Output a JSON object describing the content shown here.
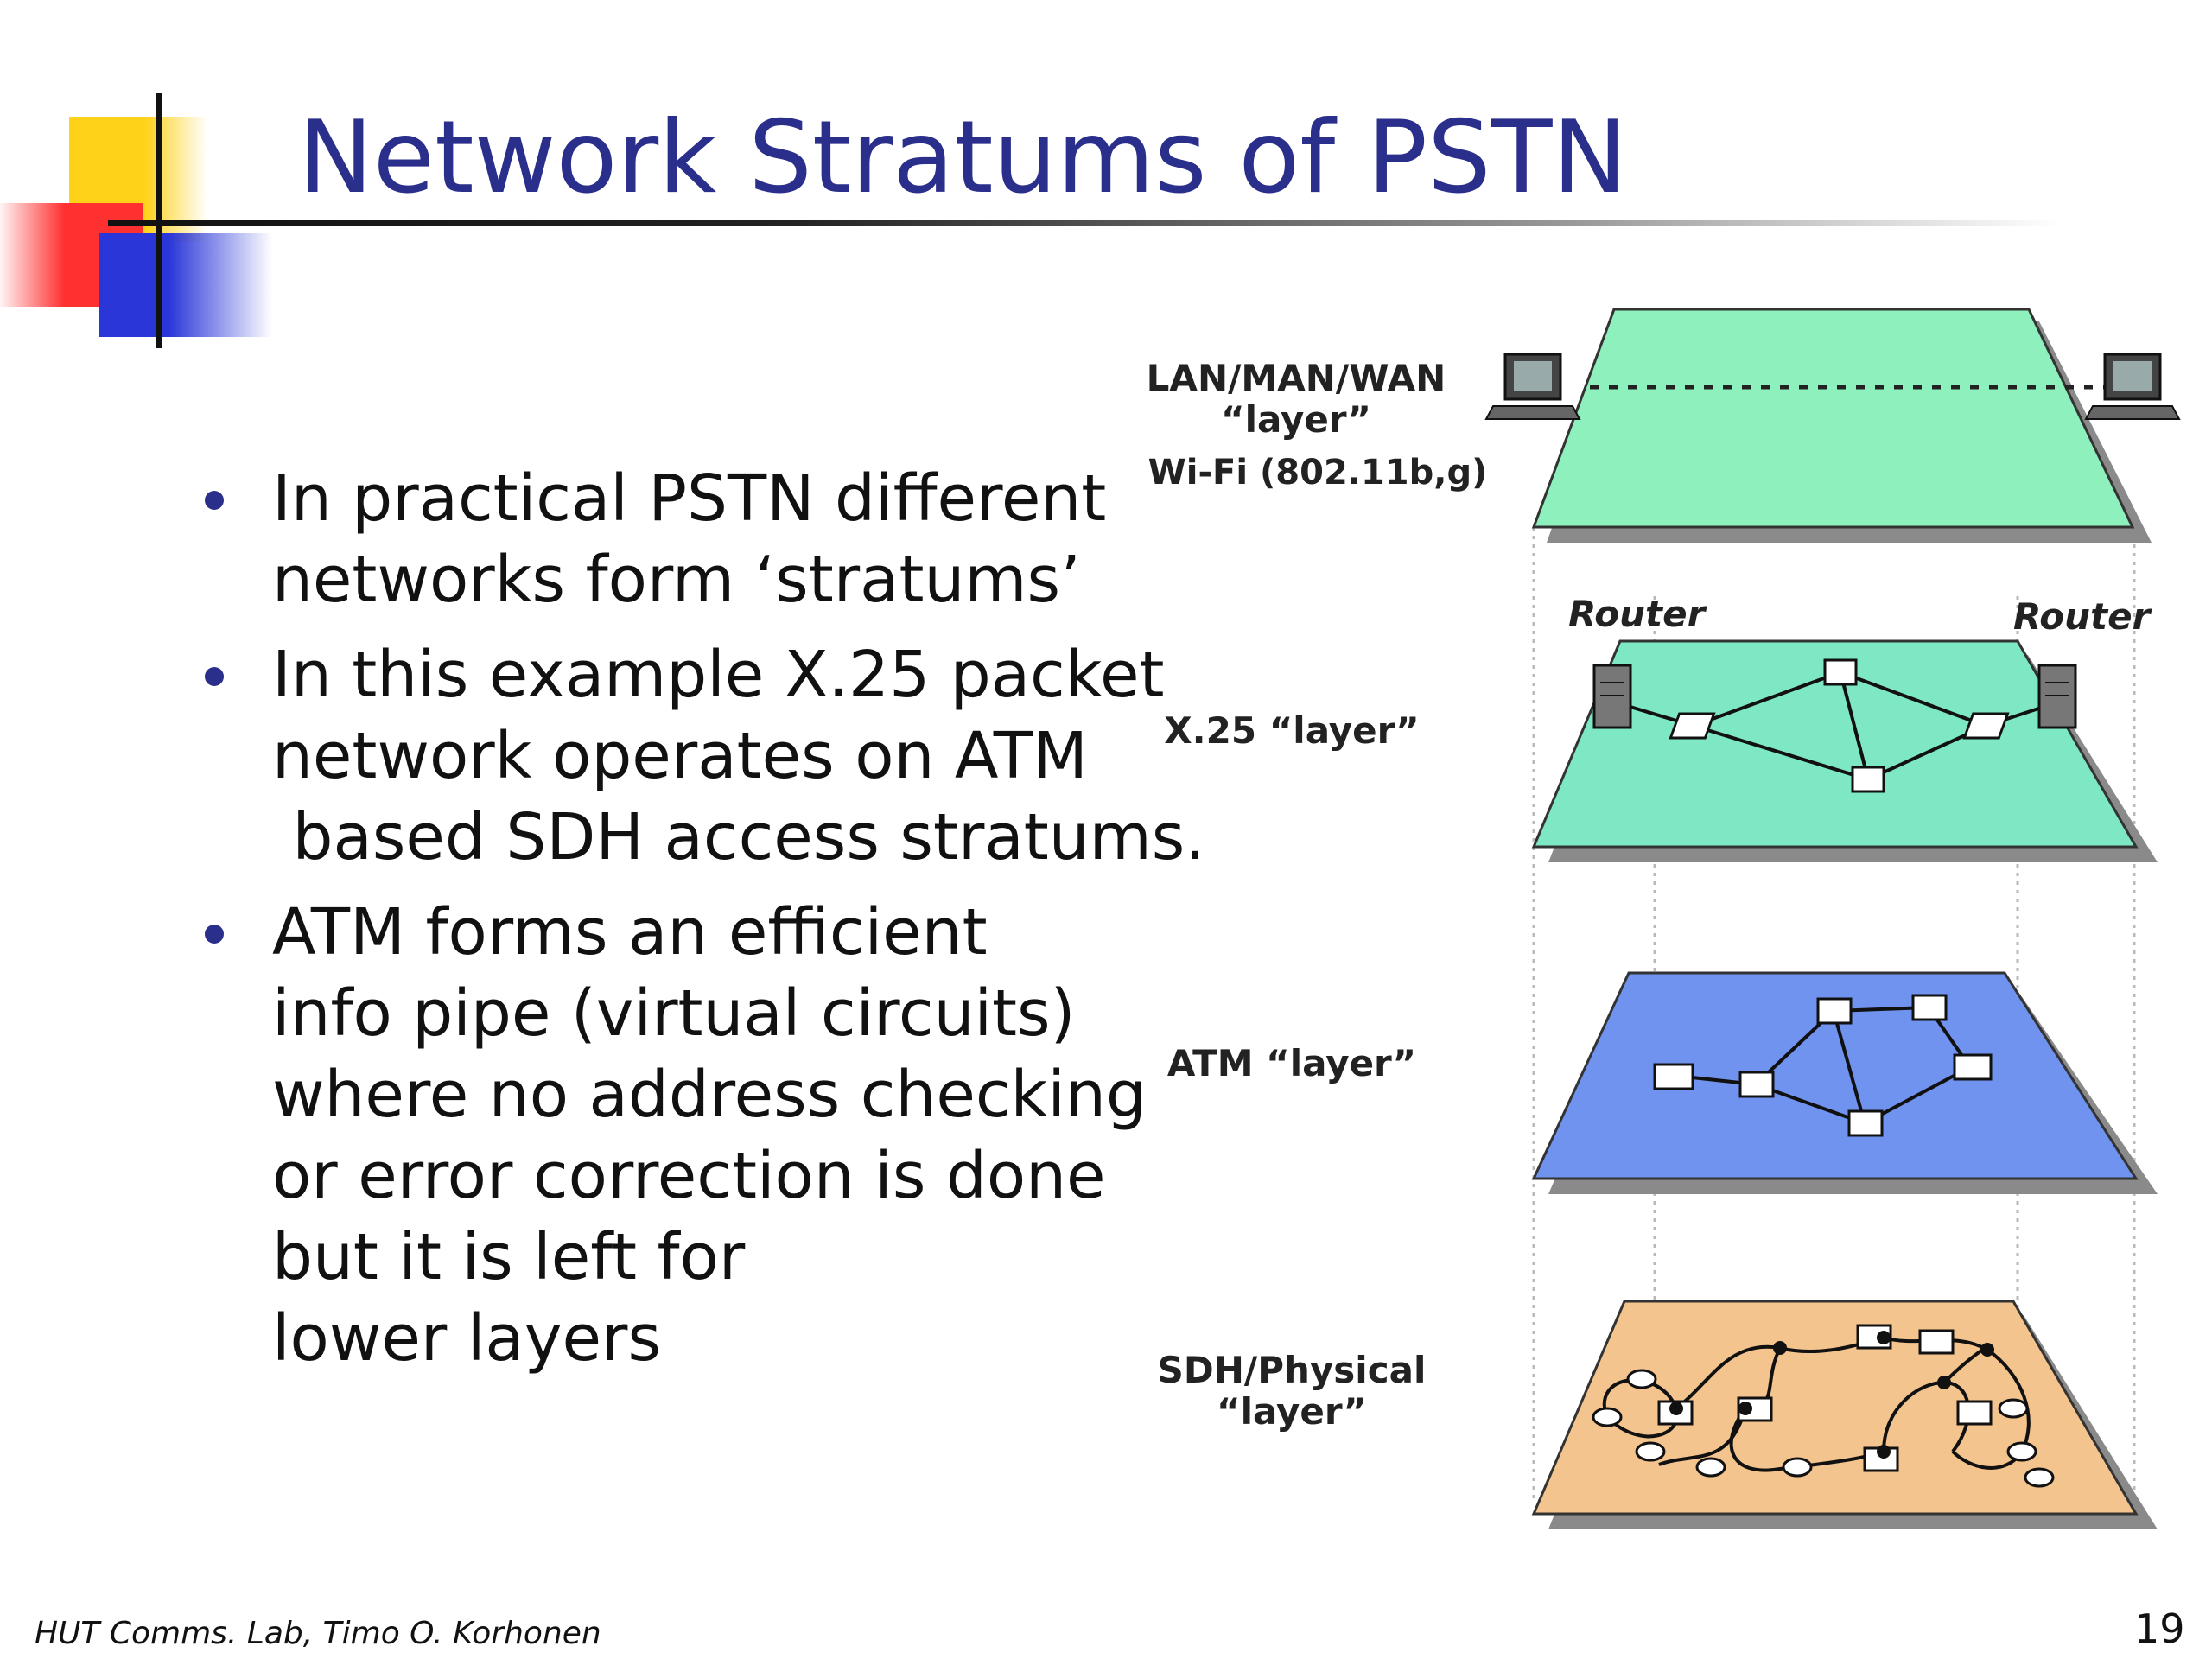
{
  "slide": {
    "title": "Network Stratums of PSTN",
    "bullets": [
      {
        "lines": [
          "In practical PSTN different",
          "networks form ‘stratums’"
        ]
      },
      {
        "lines": [
          "In this example X.25 packet",
          "network operates on ATM",
          " based SDH access stratums."
        ]
      },
      {
        "lines": [
          "ATM forms an efficient",
          "info pipe (virtual circuits)",
          "where no address checking",
          "or error correction is done",
          "but it is left for",
          "lower layers"
        ]
      }
    ],
    "footer_credit": "HUT Comms. Lab, Timo O. Korhonen",
    "page_number": "19"
  },
  "diagram": {
    "layers": [
      {
        "label_lines": [
          "LAN/MAN/WAN",
          "“layer”"
        ],
        "sublabel": "Wi-Fi (802.11b,g)",
        "color": "#8ef0bc"
      },
      {
        "label_lines": [
          "X.25 “layer”"
        ],
        "color": "#7ee8c4",
        "router_label_left": "Router",
        "router_label_right": "Router"
      },
      {
        "label_lines": [
          "ATM “layer”"
        ],
        "color": "#6f93ee"
      },
      {
        "label_lines": [
          "SDH/Physical",
          "“layer”"
        ],
        "color": "#f4c48e"
      }
    ]
  },
  "colors": {
    "title": "#2b2f8c",
    "bullet": "#2b2f8c",
    "accent_yellow": "#ffd21a",
    "accent_red": "#ff3030",
    "accent_blue": "#2a36d8"
  }
}
